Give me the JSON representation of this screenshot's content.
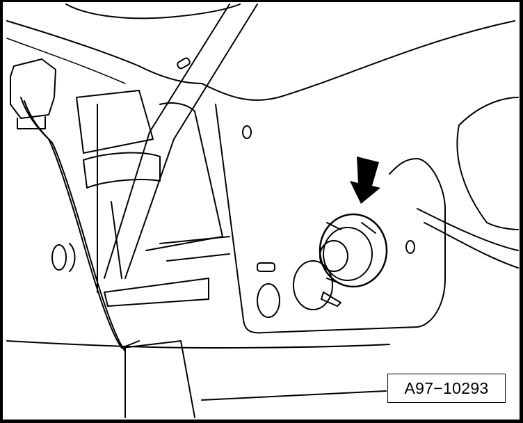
{
  "figure": {
    "label": "A97−10293",
    "subject": "technical line drawing of vehicle panel with fastener",
    "callout": {
      "icon": "arrow-down-icon",
      "target": "retaining-nut"
    },
    "colors": {
      "line": "#000000",
      "background": "#ffffff"
    }
  }
}
